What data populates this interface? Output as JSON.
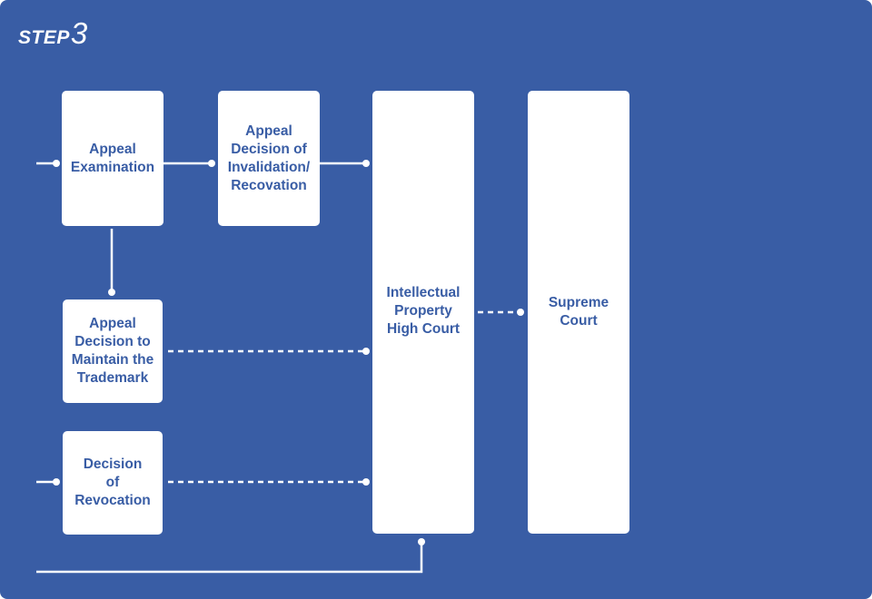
{
  "header": {
    "step_word": "STEP",
    "step_number": "3"
  },
  "nodes": {
    "appeal_examination": [
      "Appeal",
      "Examination"
    ],
    "appeal_decision_invalidation": [
      "Appeal",
      "Decision of",
      "Invalidation/",
      "Recovation"
    ],
    "appeal_decision_maintain": [
      "Appeal",
      "Decision to",
      "Maintain the",
      "Trademark"
    ],
    "decision_revocation": [
      "Decision",
      "of",
      "Revocation"
    ],
    "ip_high_court": [
      "Intellectual",
      "Property",
      "High Court"
    ],
    "supreme_court": [
      "Supreme",
      "Court"
    ]
  },
  "colors": {
    "background": "#395da5",
    "box": "#ffffff",
    "text": "#395da5",
    "connector": "#ffffff"
  }
}
